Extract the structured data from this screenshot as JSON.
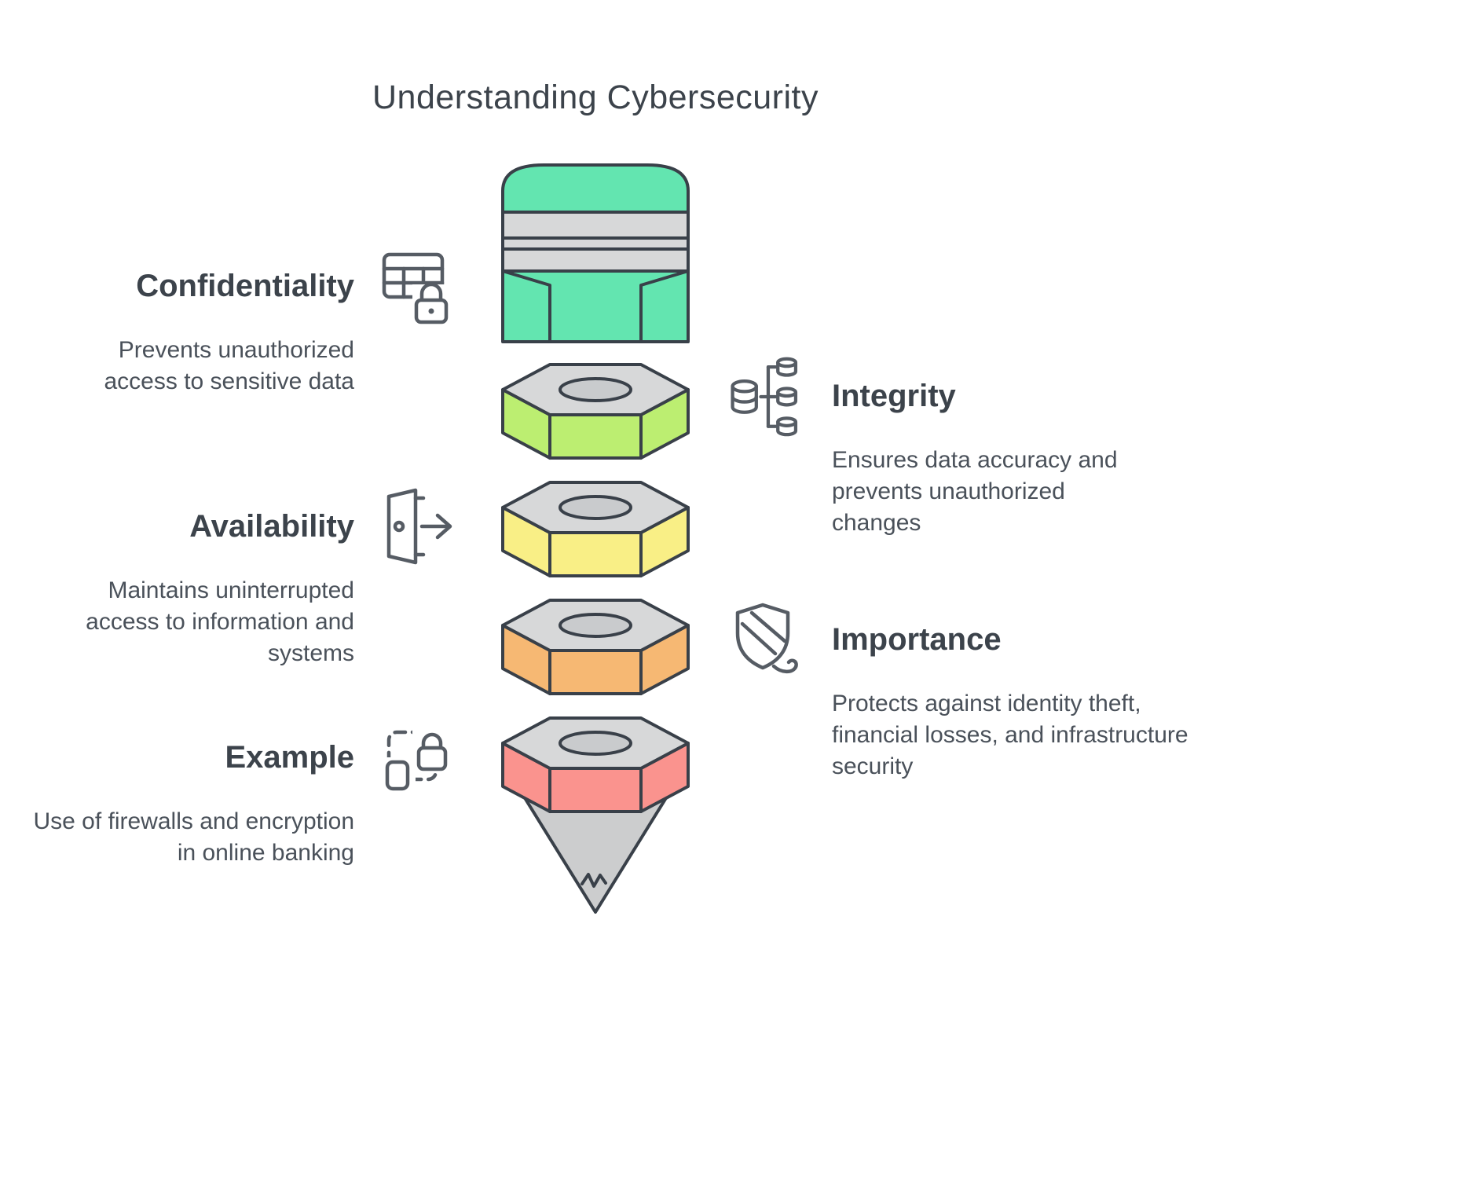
{
  "title": "Understanding Cybersecurity",
  "colors": {
    "outline": "#394049",
    "eraser": "#63e5b0",
    "band": "#d7d8d9",
    "hole": "#c9cbcd",
    "green": "#bcee71",
    "yellow": "#f9ef86",
    "orange": "#f6b873",
    "red": "#fa938e",
    "tip": "#cccdce",
    "heading-text": "#3c434b",
    "body-text": "#4a515a",
    "icon": "#565c64"
  },
  "sections": {
    "confidentiality": {
      "label": "Confidentiality",
      "description": "Prevents unauthorized access to sensitive data",
      "icon": "table-lock-icon"
    },
    "integrity": {
      "label": "Integrity",
      "description": "Ensures data accuracy and prevents unauthorized changes",
      "icon": "database-sync-icon"
    },
    "availability": {
      "label": "Availability",
      "description": "Maintains uninterrupted access to information and systems",
      "icon": "door-exit-icon"
    },
    "importance": {
      "label": "Importance",
      "description": "Protects against identity theft, financial losses, and infrastructure security",
      "icon": "shield-icon"
    },
    "example": {
      "label": "Example",
      "description": "Use of firewalls and encryption in online banking",
      "icon": "lock-document-icon"
    }
  },
  "funnel": {
    "segments": [
      {
        "name": "eraser-cap",
        "color": "#63e5b0"
      },
      {
        "name": "hex-nut-1",
        "color": "#bcee71"
      },
      {
        "name": "hex-nut-2",
        "color": "#f9ef86"
      },
      {
        "name": "hex-nut-3",
        "color": "#f6b873"
      },
      {
        "name": "hex-nut-4",
        "color": "#fa938e"
      },
      {
        "name": "pencil-tip",
        "color": "#cccdce"
      }
    ]
  }
}
